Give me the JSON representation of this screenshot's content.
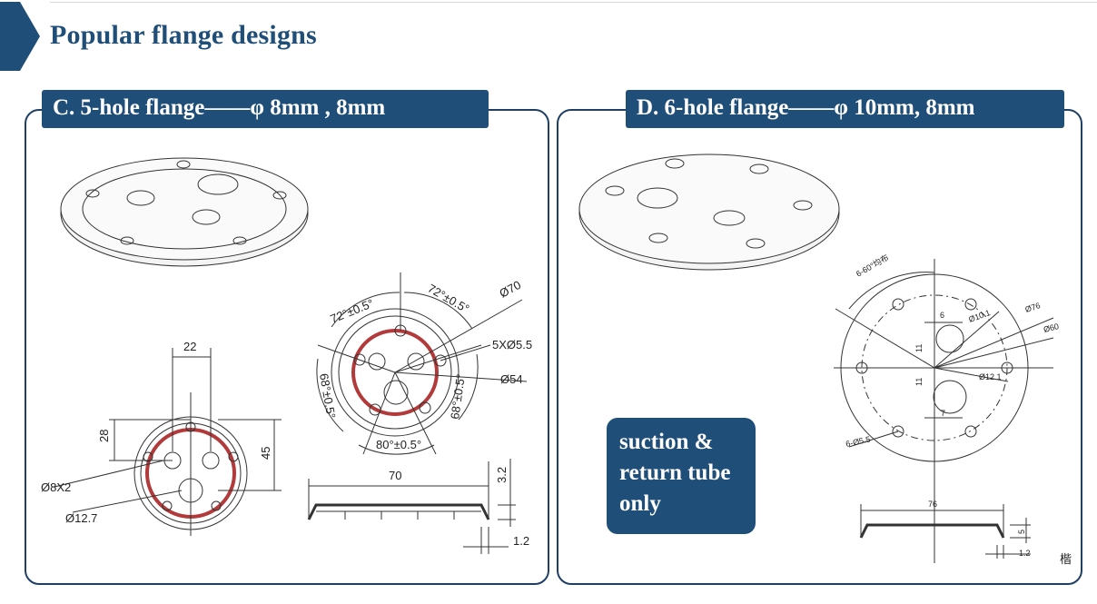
{
  "header": {
    "title": "Popular flange designs"
  },
  "panel_c": {
    "label": "C. 5-hole flange——φ  8mm , 8mm",
    "dims": {
      "width_22": "22",
      "height_28": "28",
      "height_45": "45",
      "hole_dia": "Ø8X2",
      "center_dia": "Ø12.7",
      "angle_tl": "72°±0.5°",
      "angle_tr": "72°±0.5°",
      "angle_l": "68°±0.5°",
      "angle_r": "68°±0.5°",
      "angle_b": "80°±0.5°",
      "outer_dia": "Ø70",
      "holes": "5XØ5.5",
      "pcd": "Ø54",
      "profile_width": "70",
      "profile_height": "3.2",
      "profile_step": "1.2"
    }
  },
  "panel_d": {
    "label": "D. 6-hole flange——φ 10mm, 8mm",
    "callout": "suction & return tube only",
    "dims": {
      "pattern": "6-60°均布",
      "d76": "Ø76",
      "d60": "Ø60",
      "d10": "Ø10.1",
      "d12": "Ø12.1",
      "six": "6",
      "seven": "7",
      "eleven_a": "11",
      "eleven_b": "11",
      "holes": "6-Ø5.5",
      "profile_width": "76",
      "profile_height": "5",
      "profile_step": "1.2",
      "corner_mark": "楷"
    }
  }
}
